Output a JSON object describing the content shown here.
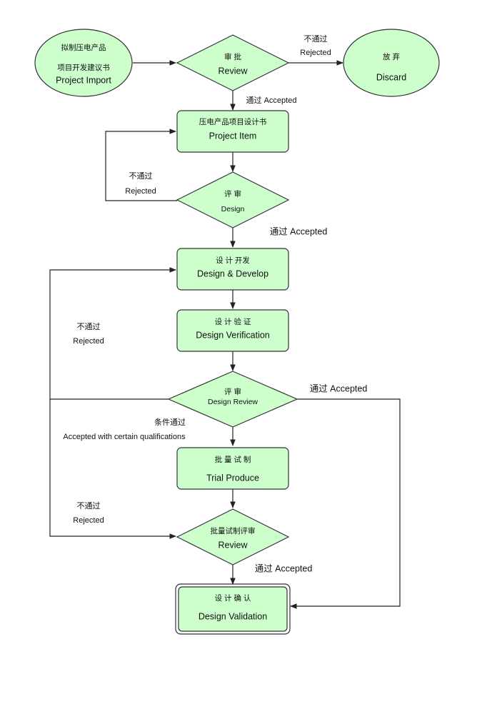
{
  "nodes": {
    "project_import": {
      "zh": "拟制压电产品",
      "zh2": "项目开发建议书",
      "en": "Project Import"
    },
    "review1": {
      "zh": "审  批",
      "en": "Review"
    },
    "discard": {
      "zh": "放  弃",
      "en": "Discard"
    },
    "project_item": {
      "zh": "压电产品项目设计书",
      "en": "Project Item"
    },
    "design_review1": {
      "zh": "评  审",
      "en": "Design"
    },
    "design_develop": {
      "zh": "设 计 开发",
      "en": "Design & Develop"
    },
    "design_verification": {
      "zh": "设 计 验 证",
      "en": "Design Verification"
    },
    "design_review2": {
      "zh": "评  审",
      "en": "Design Review"
    },
    "trial_produce": {
      "zh": "批 量 试 制",
      "en": "Trial Produce"
    },
    "trial_review": {
      "zh": "批量试制评审",
      "en": "Review"
    },
    "design_validation": {
      "zh": "设 计 确 认",
      "en": "Design Validation"
    }
  },
  "edge_labels": {
    "review1_rejected_zh": "不通过",
    "review1_rejected_en": "Rejected",
    "review1_accepted": "通过 Accepted",
    "design1_rejected_zh": "不通过",
    "design1_rejected_en": "Rejected",
    "design1_accepted": "通过 Accepted",
    "loop_rejected_zh": "不通过",
    "loop_rejected_en": "Rejected",
    "review2_accepted": "通过 Accepted",
    "conditional_zh": "条件通过",
    "conditional_en": "Accepted with certain qualifications",
    "trial_rejected_zh": "不通过",
    "trial_rejected_en": "Rejected",
    "trial_accepted": "通过 Accepted"
  },
  "colors": {
    "node_fill": "#ccffcc",
    "stroke": "#333333"
  }
}
